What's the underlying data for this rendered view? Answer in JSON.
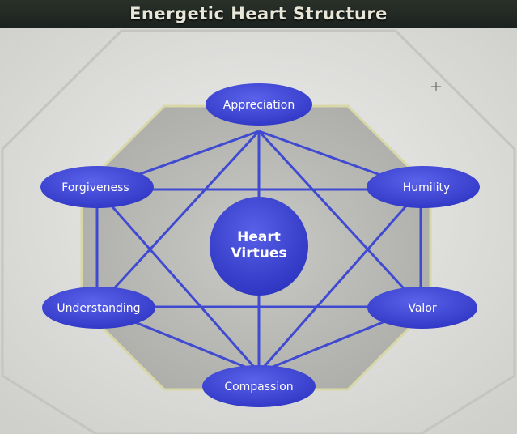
{
  "title": "Energetic Heart Structure",
  "center": {
    "line1": "Heart",
    "line2": "Virtues"
  },
  "nodes": {
    "appreciation": "Appreciation",
    "forgiveness": "Forgiveness",
    "humility": "Humility",
    "understanding": "Understanding",
    "valor": "Valor",
    "compassion": "Compassion"
  },
  "colors": {
    "node_fill": "#3d44d6",
    "node_fill_light": "#5a62ea",
    "line": "#3f4ad0",
    "background": "#dcdcd8",
    "octagon": "#b7b8b4",
    "title_bar": "#1f2622"
  }
}
